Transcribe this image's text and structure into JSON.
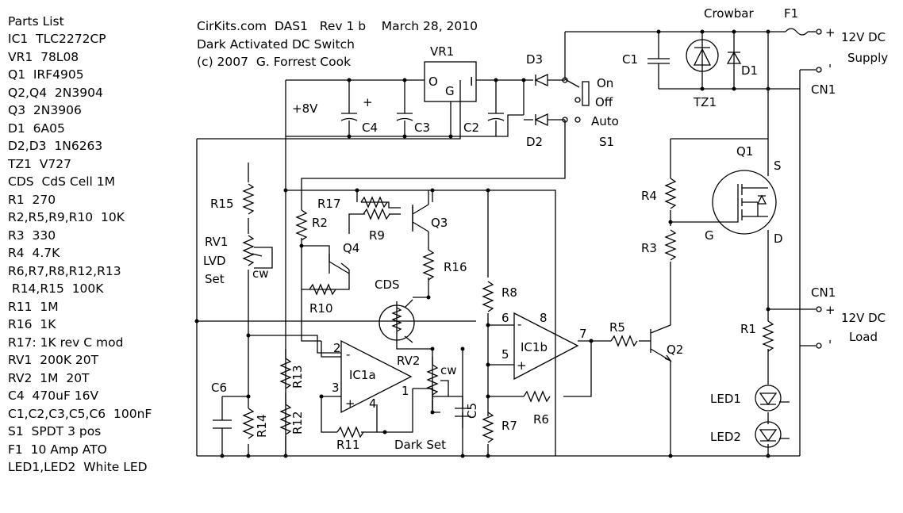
{
  "parts_list": {
    "title": "Parts List",
    "items": [
      "IC1  TLC2272CP",
      "VR1  78L08",
      "Q1  IRF4905",
      "Q2,Q4  2N3904",
      "Q3  2N3906",
      "D1  6A05",
      "D2,D3  1N6263",
      "TZ1  V727",
      "CDS  CdS Cell 1M",
      "R1  270",
      "R2,R5,R9,R10  10K",
      "R3  330",
      "R4  4.7K",
      "R6,R7,R8,R12,R13",
      " R14,R15  100K",
      "R11  1M",
      "R16  1K",
      "R17: 1K rev C mod",
      "RV1  200K 20T",
      "RV2  1M  20T",
      "C4  470uF 16V",
      "C1,C2,C3,C5,C6  100nF",
      "S1  SPDT 3 pos",
      "F1  10 Amp ATO",
      "LED1,LED2  White LED"
    ]
  },
  "header": {
    "line1": "CirKits.com  DAS1   Rev 1 b    March 28, 2010",
    "line2": "Dark Activated DC Switch",
    "line3": "(c) 2007  G. Forrest Cook"
  },
  "labels": {
    "crowbar": "Crowbar",
    "f1": "F1",
    "c1": "C1",
    "tz1": "TZ1",
    "d1": "D1",
    "cn1_top": "CN1",
    "supply_line1": "12V DC",
    "supply_line2": "Supply",
    "vr1": "VR1",
    "vr1_in": "I",
    "vr1_gnd": "G",
    "vr1_out": "O",
    "d3": "D3",
    "d2": "D2",
    "on": "On",
    "off": "Off",
    "auto": "Auto",
    "s1": "S1",
    "plus8v": "+8V",
    "c4": "C4",
    "c3": "C3",
    "c2": "C2",
    "plus": "+",
    "q1": "Q1",
    "q1_s": "S",
    "q1_g": "G",
    "q1_d": "D",
    "r4": "R4",
    "r3": "R3",
    "r15": "R15",
    "rv1_line1": "RV1",
    "rv1_line2": "LVD",
    "rv1_line3": "Set",
    "cw": "cw",
    "r17": "R17",
    "r2": "R2",
    "r9": "R9",
    "q3": "Q3",
    "q4": "Q4",
    "r16": "R16",
    "r10": "R10",
    "cds": "CDS",
    "r8": "R8",
    "pin6": "6",
    "pin8": "8",
    "pin7": "7",
    "pin5": "5",
    "ic1b": "IC1b",
    "r5": "R5",
    "q2": "Q2",
    "rv2": "RV2",
    "pin2": "2",
    "pin3": "3",
    "pin1": "1",
    "pin4": "4",
    "ic1a": "IC1a",
    "r13": "R13",
    "r12": "R12",
    "r14": "R14",
    "c6": "C6",
    "c5": "C5",
    "r7": "R7",
    "r6": "R6",
    "r11": "R11",
    "dark_set": "Dark Set",
    "cn1_bottom": "CN1",
    "load_line1": "12V DC",
    "load_line2": "Load",
    "r1": "R1",
    "led1": "LED1",
    "led2": "LED2",
    "minus": "-",
    "apostrophe": "'"
  }
}
